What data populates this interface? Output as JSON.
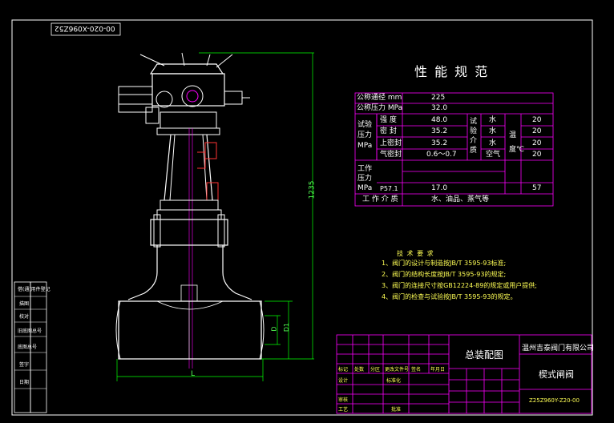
{
  "drawing": {
    "number_rotated": "00-020-X096Z52",
    "number_bottom": "Z25Z960Y-Z20-00",
    "dims": {
      "height": "1235",
      "length": "L",
      "d1": "D1",
      "d": "D"
    }
  },
  "spec_table": {
    "title": "性 能 规 范",
    "row_nominal_dia_label": "公称通径 mm",
    "row_nominal_dia_value": "225",
    "row_nominal_pres_label": "公称压力 MPa",
    "row_nominal_pres_value": "32.0",
    "test_pressure_label": "试验压力MPa",
    "test_rows": [
      {
        "name": "强 度",
        "value": "48.0",
        "medium": "水",
        "temp": "20"
      },
      {
        "name": "密 封",
        "value": "35.2",
        "medium": "水",
        "temp": "20"
      },
      {
        "name": "上密封",
        "value": "35.2",
        "medium": "水",
        "temp": "20"
      },
      {
        "name": "气密封",
        "value": "0.6～0.7",
        "medium": "空气",
        "temp": "20"
      }
    ],
    "test_medium_label": "试验介质",
    "temp_label": "温度℃",
    "work_pressure_label": "工作压力MPa",
    "work_row_name": "P57.1",
    "work_row_value": "17.0",
    "work_row_temp": "57",
    "medium_label": "工 作 介 质",
    "medium_value": "水、油品、蒸气等"
  },
  "tech_requirements": {
    "title": "技 术 要 求",
    "items": [
      "1、阀门的设计与制造按JB/T 3595-93标准;",
      "2、阀门的结构长度按JB/T 3595-93的规定;",
      "3、阀门的连接尺寸按GB12224-89的规定或用户提供;",
      "4、阀门的检查与试验按JB/T 3595-93的规定。"
    ]
  },
  "title_block": {
    "drawing_title": "总装配图",
    "company": "温州吉泰阀门有限公司",
    "product": "楔式闸阀",
    "code": "Z25Z960Y-Z20-00",
    "row_labels": [
      "标记",
      "处数",
      "分区",
      "更改文件号",
      "签名",
      "年月日"
    ],
    "bottom_labels": [
      "设计",
      "审核",
      "工艺",
      "批准",
      "标准化"
    ],
    "left_labels": [
      "借(通)用件登记",
      "描图",
      "校对",
      "旧底图总号",
      "底图总号",
      "签字",
      "日期"
    ]
  },
  "colors": {
    "frame": "#ffffff",
    "table": "#ff00ff",
    "text": "#ffffff",
    "yellow": "#ffff00",
    "green": "#00ff00",
    "cyan": "#00ffff"
  }
}
